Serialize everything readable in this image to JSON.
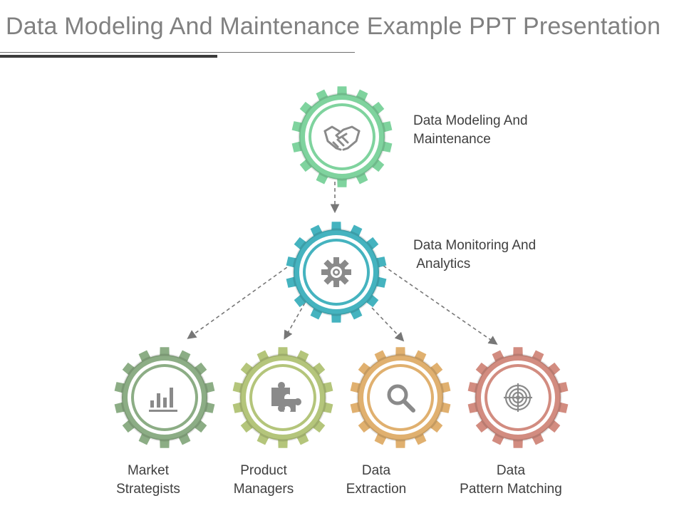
{
  "title": "Data Modeling And Maintenance Example PPT Presentation",
  "nodes": {
    "top": {
      "label_line1": "Data Modeling And",
      "label_line2": "Maintenance",
      "color": "#7fd39e",
      "icon": "handshake-icon"
    },
    "middle": {
      "label_line1": "Data Monitoring And",
      "label_line2": " Analytics",
      "color": "#45b3bf",
      "icon": "gear-target-icon"
    },
    "leaves": [
      {
        "label_line1": "Market",
        "label_line2": "Strategists",
        "color": "#8cad85",
        "icon": "bar-chart-icon"
      },
      {
        "label_line1": "Product",
        "label_line2": "Managers",
        "color": "#b4c57b",
        "icon": "puzzle-icon"
      },
      {
        "label_line1": "Data",
        "label_line2": "Extraction",
        "color": "#e0b06f",
        "icon": "magnifier-icon"
      },
      {
        "label_line1": "Data",
        "label_line2": "Pattern Matching",
        "color": "#d28c80",
        "icon": "target-icon"
      }
    ]
  }
}
